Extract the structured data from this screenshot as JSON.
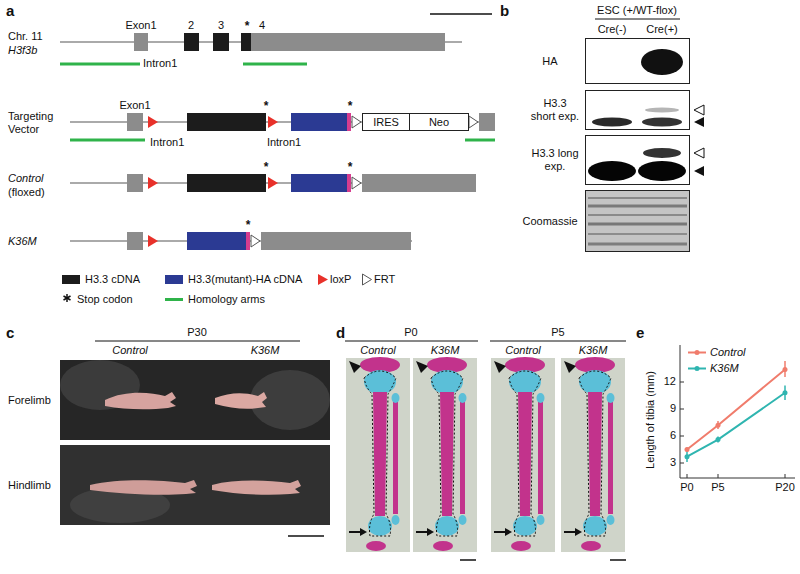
{
  "diagram": {
    "nodes": [
      {
        "text": [
          "IRES"
        ]
      },
      {
        "text": [
          "Neo"
        ]
      },
      {
        "text": [
          "HA"
        ]
      },
      {
        "text": [
          "H3.3 short exp."
        ]
      },
      {
        "text": [
          "H3.3 long exp."
        ]
      },
      {
        "text": [
          "Coomassie"
        ]
      }
    ],
    "labels": [
      "a",
      "Chr. 11",
      "H3f3b",
      "Exon1",
      "2",
      "3",
      "*",
      "4",
      "Intron1",
      "Targeting Vector",
      "Exon1",
      "Intron1",
      "*",
      "Intron1",
      "*",
      "Control",
      "(floxed)",
      "*",
      "*",
      "K36M",
      "*",
      "b",
      "ESC (+/WT-flox)",
      "Cre(-)",
      "Cre(+)",
      "c",
      "P30",
      "Control",
      "K36M",
      "Forelimb",
      "Hindlimb",
      "d",
      "P0",
      "Control",
      "K36M",
      "P5",
      "Control",
      "K36M",
      "e",
      "Length of tibia (mm)",
      "3",
      "6",
      "9",
      "12",
      "P0",
      "P5",
      "P20"
    ],
    "legend": [
      {
        "text": "H3.3 cDNA",
        "color": "#1c1c1c"
      },
      {
        "text": "H3.3(mutant)-HA cDNA",
        "color": "#2b3a93"
      },
      {
        "text": "loxP"
      },
      {
        "text": "FRT"
      },
      {
        "text": "Stop codon"
      },
      {
        "text": "Homology arms",
        "color": "#2fb34a"
      },
      {
        "text": "Control",
        "color": "#f07c6c"
      },
      {
        "text": "K36M",
        "color": "#2fb5b0"
      }
    ]
  }
}
